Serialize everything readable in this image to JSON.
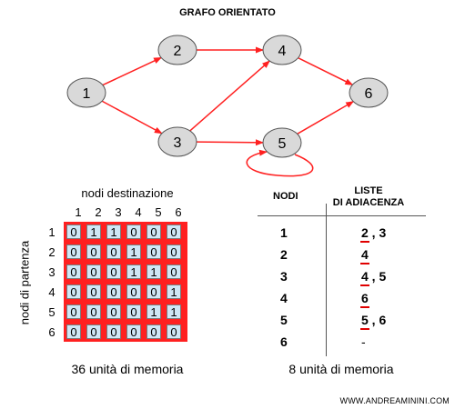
{
  "title": "GRAFO ORIENTATO",
  "graph": {
    "nodes": [
      "1",
      "2",
      "3",
      "4",
      "5",
      "6"
    ],
    "edges": [
      [
        "1",
        "2"
      ],
      [
        "1",
        "3"
      ],
      [
        "2",
        "4"
      ],
      [
        "3",
        "4"
      ],
      [
        "3",
        "5"
      ],
      [
        "4",
        "6"
      ],
      [
        "5",
        "6"
      ],
      [
        "5",
        "5"
      ]
    ],
    "node_fill": "#d9d9d9",
    "edge_color": "#ff2020"
  },
  "matrix": {
    "header_top": "nodi destinazione",
    "header_side": "nodi di partenza",
    "columns": [
      "1",
      "2",
      "3",
      "4",
      "5",
      "6"
    ],
    "rows": [
      "1",
      "2",
      "3",
      "4",
      "5",
      "6"
    ],
    "values": [
      [
        "0",
        "1",
        "1",
        "0",
        "0",
        "0"
      ],
      [
        "0",
        "0",
        "0",
        "1",
        "0",
        "0"
      ],
      [
        "0",
        "0",
        "0",
        "1",
        "1",
        "0"
      ],
      [
        "0",
        "0",
        "0",
        "0",
        "0",
        "1"
      ],
      [
        "0",
        "0",
        "0",
        "0",
        "1",
        "1"
      ],
      [
        "0",
        "0",
        "0",
        "0",
        "0",
        "0"
      ]
    ],
    "footer": "36 unità di memoria",
    "grid_color": "#ff2020",
    "cell_color": "#cfe6f5"
  },
  "lists": {
    "header_nodes": "NODI",
    "header_lists_line1": "LISTE",
    "header_lists_line2": "DI ADIACENZA",
    "rows": [
      {
        "node": "1",
        "adj": [
          "2",
          "3"
        ],
        "underlined": [
          "2"
        ]
      },
      {
        "node": "2",
        "adj": [
          "4"
        ],
        "underlined": [
          "4"
        ]
      },
      {
        "node": "3",
        "adj": [
          "4",
          "5"
        ],
        "underlined": [
          "4"
        ]
      },
      {
        "node": "4",
        "adj": [
          "6"
        ],
        "underlined": [
          "6"
        ]
      },
      {
        "node": "5",
        "adj": [
          "5",
          "6"
        ],
        "underlined": [
          "5"
        ]
      },
      {
        "node": "6",
        "adj": [],
        "empty": "-"
      }
    ],
    "footer": "8 unità di memoria",
    "underline_color": "#e00000"
  },
  "site": "WWW.ANDREAMININI.COM"
}
